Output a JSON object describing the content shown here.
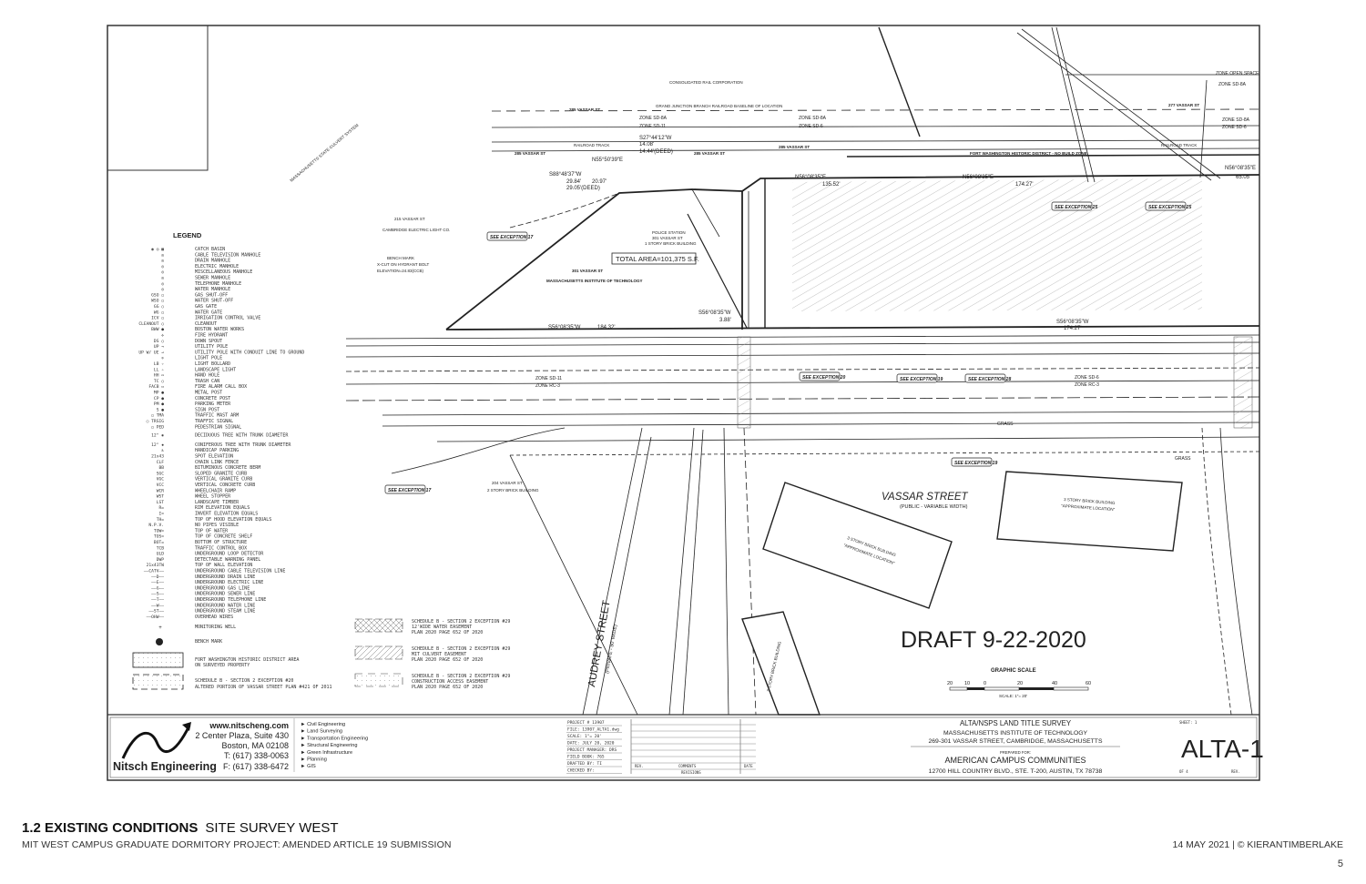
{
  "drawing": {
    "draft_stamp": "DRAFT 9-22-2020",
    "graphic_scale": {
      "title": "GRAPHIC SCALE",
      "ticks": [
        "20",
        "10",
        "0",
        "20",
        "40",
        "60"
      ],
      "scale_note": "SCALE: 1\"= 20'"
    },
    "total_area": "TOTAL AREA=101,375 S.F.",
    "labels": {
      "vassar_street": "VASSAR STREET",
      "vassar_width": "(PUBLIC - VARIABLE WIDTH)",
      "audrey_street": "AUDREY STREET",
      "audrey_width": "(PRIVATE - 50' WIDE)",
      "consolidated_rail": "CONSOLIDATED RAIL CORPORATION",
      "baseline": "GRAND JUNCTION BRANCH RAILROAD BASELINE OF LOCATION",
      "railroad_track": "RAILROAD TRACK",
      "fort_washington": "FORT WASHINGTON HISTORIC DISTRICT - NO BUILD ZONE",
      "zone_open_space": "ZONE OPEN SPACE",
      "zone_sd8a": "ZONE SD-8A",
      "zone_sd6": "ZONE SD-6",
      "zone_sd11": "ZONE SD-11",
      "zone_rc3": "ZONE RC-3",
      "police_station": "POLICE STATION",
      "police_addr": "301 VASSAR ST",
      "police_bldg": "1 STORY BRICK BUILDING",
      "parcel_301": "301 VASSAR ST",
      "parcel_301_owner": "MASSACHUSETTS INSTITUTE OF TECHNOLOGY",
      "parcel_285": "285 VASSAR ST",
      "parcel_277": "277 VASSAR ST",
      "parcel_215": "215 VASSAR ST",
      "parcel_215_owner": "CAMBRIDGE ELECTRIC LIGHT CO.",
      "parcel_204": "204 VASSAR ST",
      "parcel_204_bldg": "2 STORY BRICK BUILDING",
      "bench_mark": "BENCH MARK",
      "bench_mark_detail": "X-CUT ON HYDRANT BOLT",
      "bench_mark_elev": "ELEVATION=24.83(CCB)",
      "mass_culvert": "MASSACHUSETTS STATE CULVERT SYSTEM",
      "brick_bldg": "3 STORY BRICK BUILDING",
      "brick_bldg_loc": "\"APPROXIMATE LOCATION\"",
      "grass": "GRASS",
      "brg_1": "N56°08'35\"E",
      "dist_1": "174.27'",
      "brg_2": "S56°08'35\"W",
      "dist_2": "184.32'",
      "brg_3": "S56°08'35\"W",
      "dist_3": "174.27'",
      "brg_4": "N56°08'35\"E",
      "dist_4": "65.05'",
      "brg_5": "S27°44'12\"W",
      "dist_5": "14.08'",
      "dist_5b": "14.44'(DEED)",
      "brg_6": "N55°50'39\"E",
      "dist_6": "20.97'",
      "brg_7": "S88°48'37\"W",
      "dist_7": "29.84'",
      "dist_7b": "29.05'(DEED)",
      "brg_8": "N56°08'35\"E",
      "dist_8": "135.52'",
      "brg_9": "S56°08'35\"W",
      "dist_9": "3.88'",
      "exceptions": [
        "SEE EXCEPTION 17",
        "SEE EXCEPTION 17",
        "SEE EXCEPTION 20",
        "SEE EXCEPTION 19",
        "SEE EXCEPTION 28",
        "SEE EXCEPTION 19",
        "SEE EXCEPTION 25",
        "SEE EXCEPTION 25"
      ]
    }
  },
  "legend": {
    "title": "LEGEND",
    "items": [
      {
        "sym": "◉ ◎ ▦",
        "label": "CATCH BASIN"
      },
      {
        "sym": "◎",
        "label": "CABLE TELEVISION MANHOLE"
      },
      {
        "sym": "◎",
        "label": "DRAIN MANHOLE"
      },
      {
        "sym": "◎",
        "label": "ELECTRIC MANHOLE"
      },
      {
        "sym": "◎",
        "label": "MISCELLANEOUS MANHOLE"
      },
      {
        "sym": "◎",
        "label": "SEWER MANHOLE"
      },
      {
        "sym": "◎",
        "label": "TELEPHONE MANHOLE"
      },
      {
        "sym": "◎",
        "label": "WATER MANHOLE"
      },
      {
        "sym": "GSO ○",
        "label": "GAS SHUT-OFF"
      },
      {
        "sym": "WSO ○",
        "label": "WATER SHUT-OFF"
      },
      {
        "sym": "GG ○",
        "label": "GAS GATE"
      },
      {
        "sym": "WG ○",
        "label": "WATER GATE"
      },
      {
        "sym": "ICV ○",
        "label": "IRRIGATION CONTROL VALVE"
      },
      {
        "sym": "CLEANOUT ○",
        "label": "CLEANOUT"
      },
      {
        "sym": "BWW ●",
        "label": "BOSTON WATER WORKS"
      },
      {
        "sym": "✣",
        "label": "FIRE HYDRANT"
      },
      {
        "sym": "DS ○",
        "label": "DOWN SPOUT"
      },
      {
        "sym": "UP ⊸",
        "label": "UTILITY POLE"
      },
      {
        "sym": "UP W/ UE ⊸",
        "label": "UTILITY POLE WITH CONDUIT LINE TO GROUND"
      },
      {
        "sym": "✲",
        "label": "LIGHT POLE"
      },
      {
        "sym": "LB ✧",
        "label": "LIGHT BOLLARD"
      },
      {
        "sym": "LL ✧",
        "label": "LANDSCAPE LIGHT"
      },
      {
        "sym": "HH ▭",
        "label": "HAND HOLE"
      },
      {
        "sym": "TC ○",
        "label": "TRASH CAN"
      },
      {
        "sym": "FACB ▭",
        "label": "FIRE ALARM CALL BOX"
      },
      {
        "sym": "MP ●",
        "label": "METAL POST"
      },
      {
        "sym": "CP ●",
        "label": "CONCRETE POST"
      },
      {
        "sym": "PM ●",
        "label": "PARKING METER"
      },
      {
        "sym": "S ●",
        "label": "SIGN POST"
      },
      {
        "sym": "○ TMA",
        "label": "TRAFFIC MAST ARM"
      },
      {
        "sym": "○ TRSIG",
        "label": "TRAFFIC SIGNAL"
      },
      {
        "sym": "○ PED",
        "label": "PEDESTRIAN SIGNAL"
      },
      {
        "sym": "12\" ✺",
        "label": "DECIDUOUS TREE WITH TRUNK DIAMETER"
      },
      {
        "sym": "12\" ✹",
        "label": "CONIFEROUS TREE WITH TRUNK DIAMETER"
      },
      {
        "sym": "♿",
        "label": "HANDICAP PARKING"
      },
      {
        "sym": "21x43",
        "label": "SPOT ELEVATION"
      },
      {
        "sym": "CLF",
        "label": "CHAIN LINK FENCE"
      },
      {
        "sym": "BB",
        "label": "BITUMINOUS CONCRETE BERM"
      },
      {
        "sym": "SGC",
        "label": "SLOPED GRANITE CURB"
      },
      {
        "sym": "VGC",
        "label": "VERTICAL GRANITE CURB"
      },
      {
        "sym": "VCC",
        "label": "VERTICAL CONCRETE CURB"
      },
      {
        "sym": "WCR",
        "label": "WHEELCHAIR RAMP"
      },
      {
        "sym": "WST",
        "label": "WHEEL STOPPER"
      },
      {
        "sym": "LST",
        "label": "LANDSCAPE TIMBER"
      },
      {
        "sym": "R=",
        "label": "RIM ELEVATION EQUALS"
      },
      {
        "sym": "I=",
        "label": "INVERT ELEVATION EQUALS"
      },
      {
        "sym": "TH=",
        "label": "TOP OF HOOD ELEVATION EQUALS"
      },
      {
        "sym": "N.P.V.",
        "label": "NO PIPES VISIBLE"
      },
      {
        "sym": "TOW=",
        "label": "TOP OF WATER"
      },
      {
        "sym": "TOS=",
        "label": "TOP OF CONCRETE SHELF"
      },
      {
        "sym": "BOT=",
        "label": "BOTTOM OF STRUCTURE"
      },
      {
        "sym": "TCB",
        "label": "TRAFFIC CONTROL BOX"
      },
      {
        "sym": "ULD",
        "label": "UNDERGROUND LOOP DETECTOR"
      },
      {
        "sym": "DWP",
        "label": "DETECTABLE WARNING PANEL"
      },
      {
        "sym": "21x43TW",
        "label": "TOP OF WALL ELEVATION"
      },
      {
        "sym": "——CATV——",
        "label": "UNDERGROUND CABLE TELEVISION LINE"
      },
      {
        "sym": "——D——",
        "label": "UNDERGROUND DRAIN LINE"
      },
      {
        "sym": "——E——",
        "label": "UNDERGROUND ELECTRIC LINE"
      },
      {
        "sym": "——G——",
        "label": "UNDERGROUND GAS LINE"
      },
      {
        "sym": "——S——",
        "label": "UNDERGROUND SEWER LINE"
      },
      {
        "sym": "——T——",
        "label": "UNDERGROUND TELEPHONE LINE"
      },
      {
        "sym": "——W——",
        "label": "UNDERGROUND WATER LINE"
      },
      {
        "sym": "——ST——",
        "label": "UNDERGROUND STEAM LINE"
      },
      {
        "sym": "——OHW——",
        "label": "OVERHEAD WIRES"
      }
    ],
    "monitoring_well": "MONITORING WELL",
    "bench_mark": "BENCH MARK",
    "fort_washington": [
      "FORT WASHINGTON HISTORIC DISTRICT AREA",
      "ON SURVEYED PROPERTY"
    ],
    "exception_20": [
      "SCHEDULE B - SECTION 2 EXCEPTION #20",
      "ALTERED PORTION OF VASSAR STREET PLAN #421 OF 2011"
    ],
    "exception_29a": [
      "SCHEDULE B - SECTION 2 EXCEPTION #29",
      "12'WIDE WATER EASEMENT",
      "PLAN 2020 PAGE 652 OF 2020"
    ],
    "exception_29b": [
      "SCHEDULE B - SECTION 2 EXCEPTION #29",
      "MIT CULVERT EASEMENT",
      "PLAN 2020 PAGE 652 OF 2020"
    ],
    "exception_29c": [
      "SCHEDULE B - SECTION 2 EXCEPTION #29",
      "CONSTRUCTION ACCESS EASEMENT",
      "PLAN 2020 PAGE 652 OF 2020"
    ]
  },
  "title_block": {
    "company": "Nitsch Engineering",
    "website": "www.nitscheng.com",
    "address1": "2 Center Plaza, Suite 430",
    "address2": "Boston, MA 02108",
    "phone": "T: (617) 338-0063",
    "fax": "F: (617) 338-6472",
    "services": [
      "► Civil Engineering",
      "► Land Surveying",
      "► Transportation Engineering",
      "► Structural Engineering",
      "► Green Infrastructure",
      "► Planning",
      "► GIS"
    ],
    "project_info": [
      "PROJECT #   13907",
      "FILE:   13907_ALTA1.dwg",
      "SCALE:   1\"= 20'",
      "DATE:   JULY 20, 2020",
      "PROJECT MANAGER:   DRS",
      "FIELD BOOK:   765",
      "DRAFTED BY:   TI",
      "CHECKED BY:"
    ],
    "revisions": {
      "rev": "REV.",
      "comments": "COMMENTS",
      "date": "DATE",
      "footer": "REVISIONS"
    },
    "survey_title": "ALTA/NSPS LAND TITLE SURVEY",
    "client": "MASSACHUSETTS INSTITUTE OF TECHNOLOGY",
    "site_address": "269-301 VASSAR STREET, CAMBRIDGE, MASSACHUSETTS",
    "prepared_for": "PREPARED FOR:",
    "prepared_for_name": "AMERICAN CAMPUS COMMUNITIES",
    "prepared_for_address": "12700 HILL COUNTRY BLVD., STE. T-200, AUSTIN, TX 78738",
    "sheet_label": "SHEET: 1",
    "sheet_number": "ALTA-1",
    "of": "OF 4",
    "rev": "REV."
  },
  "footer": {
    "section": "1.2 EXISTING CONDITIONS",
    "subtitle": "SITE SURVEY WEST",
    "project": "MIT WEST CAMPUS GRADUATE DORMITORY PROJECT: AMENDED ARTICLE 19 SUBMISSION",
    "date_credit": "14 MAY 2021 | © KIERANTIMBERLAKE",
    "page": "5"
  }
}
